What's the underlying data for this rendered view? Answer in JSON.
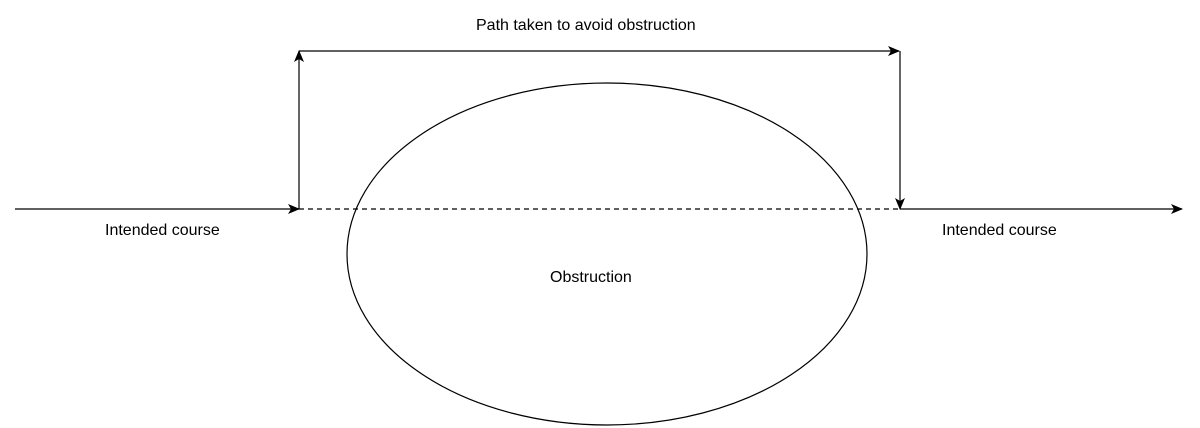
{
  "diagram": {
    "labels": {
      "path_taken": "Path taken to avoid obstruction",
      "intended_course_left": "Intended course",
      "intended_course_right": "Intended course",
      "obstruction": "Obstruction"
    },
    "colors": {
      "stroke": "#000000",
      "background": "#ffffff",
      "text": "#000000"
    }
  }
}
